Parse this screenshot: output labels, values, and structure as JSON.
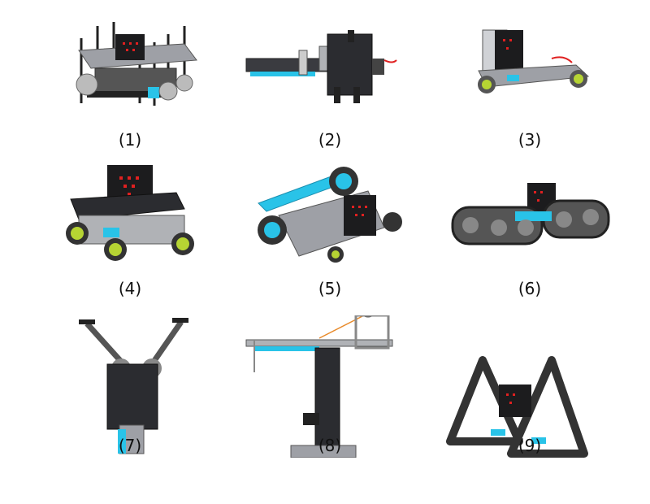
{
  "figures": [
    {
      "caption": "(1)",
      "icon": "four-wheel-robot-with-poles"
    },
    {
      "caption": "(2)",
      "icon": "arm-robot-side-view"
    },
    {
      "caption": "(3)",
      "icon": "small-car-robot"
    },
    {
      "caption": "(4)",
      "icon": "four-wheel-car-robot"
    },
    {
      "caption": "(5)",
      "icon": "race-car-robot"
    },
    {
      "caption": "(6)",
      "icon": "tank-track-robot"
    },
    {
      "caption": "(7)",
      "icon": "gripper-robot"
    },
    {
      "caption": "(8)",
      "icon": "crane-robot"
    },
    {
      "caption": "(9)",
      "icon": "triangle-track-robot"
    }
  ],
  "colors": {
    "frame": "#8a8c92",
    "frame_dark": "#3a3b40",
    "board": "#1c1c1e",
    "accent_blue": "#29c3e8",
    "wheel_green": "#b6d433",
    "led_red": "#e02020"
  }
}
